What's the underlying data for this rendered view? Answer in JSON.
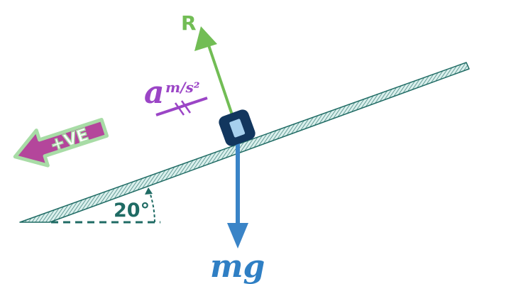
{
  "labels": {
    "reaction": "R",
    "acceleration_symbol": "a",
    "acceleration_units": "m/s²",
    "direction": "+VE",
    "angle": "20°",
    "weight": "mg"
  },
  "colors": {
    "incline_fill": "#d9efec",
    "incline_stroke": "#1f6b64",
    "reaction_arrow": "#72bd55",
    "reaction_label": "#72bd55",
    "acceleration": "#9b45c6",
    "direction_fill": "#b4469b",
    "direction_outline": "#a8dca6",
    "angle_line": "#1f6b64",
    "block_outer": "#12365e",
    "block_inner": "#a7d0ee",
    "weight_arrow": "#3a84c7",
    "weight_label": "#2f7fc4"
  }
}
